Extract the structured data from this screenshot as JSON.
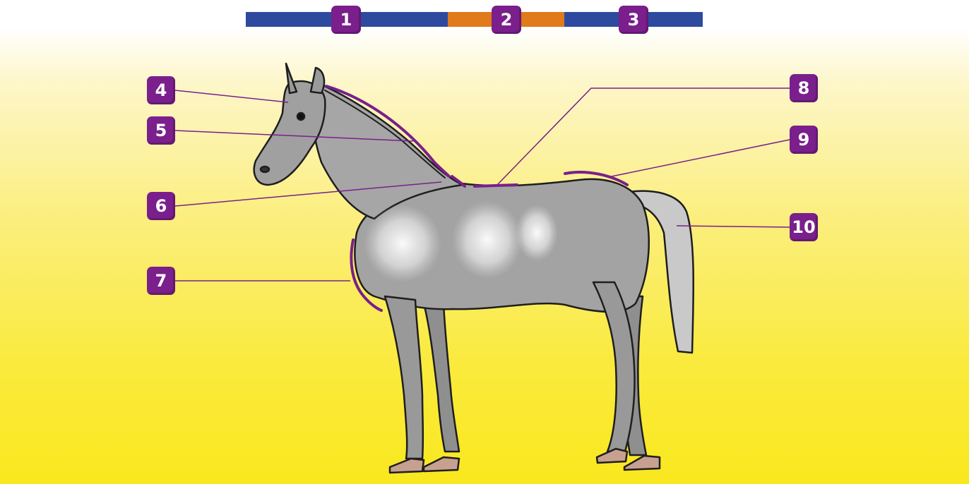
{
  "colors": {
    "accent": "#7a1f8c",
    "bar_blue": "#2e4a9e",
    "bar_orange": "#e07a1a",
    "horse_grey": "#9a9a9a"
  },
  "top_bar": {
    "segments": [
      {
        "label": "1",
        "color": "#2e4a9e"
      },
      {
        "label": "2",
        "color": "#e07a1a"
      },
      {
        "label": "3",
        "color": "#2e4a9e"
      }
    ]
  },
  "callouts": [
    {
      "label": "4"
    },
    {
      "label": "5"
    },
    {
      "label": "6"
    },
    {
      "label": "7"
    },
    {
      "label": "8"
    },
    {
      "label": "9"
    },
    {
      "label": "10"
    }
  ]
}
